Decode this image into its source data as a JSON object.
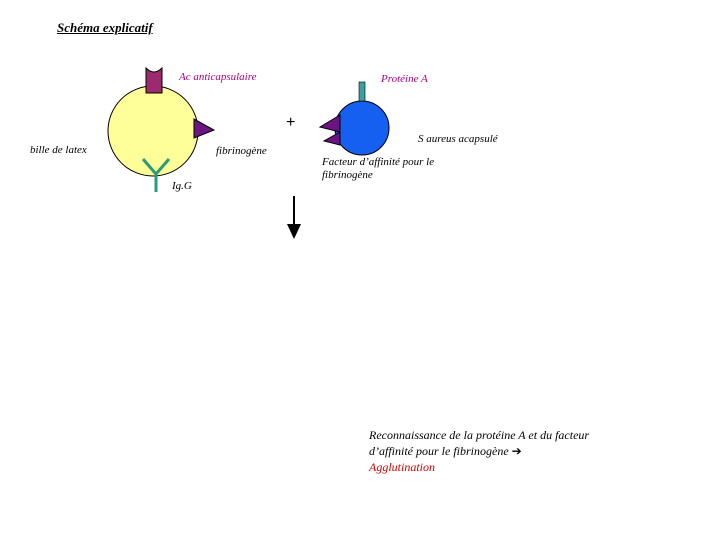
{
  "title": "Schéma explicatif",
  "labels": {
    "ac_anticapsulaire": "Ac anticapsulaire",
    "proteine_a": "Protéine A",
    "plus": "+",
    "bille_de_latex": "bille de latex",
    "fibrinogene": "fibrinogène",
    "igg": "Ig.G",
    "s_aureus": "S aureus acapsulé",
    "facteur_line1": "Facteur d’affinité pour le",
    "facteur_line2": "fibrinogène"
  },
  "note": {
    "line1": "Reconnaissance de la protéine A et du facteur",
    "line2": "d’affinité pour le fibrinogène",
    "arrow": "➔",
    "result": "Agglutination"
  },
  "colors": {
    "latex_bead": "#ffff99",
    "bacterium": "#1560f0",
    "antibody_pink": "#9c2a6e",
    "fibrinogen_purple": "#6a1580",
    "igg_green": "#2a9a7a",
    "protein_a_teal": "#3aa0a0",
    "result_red": "#cc0000"
  }
}
